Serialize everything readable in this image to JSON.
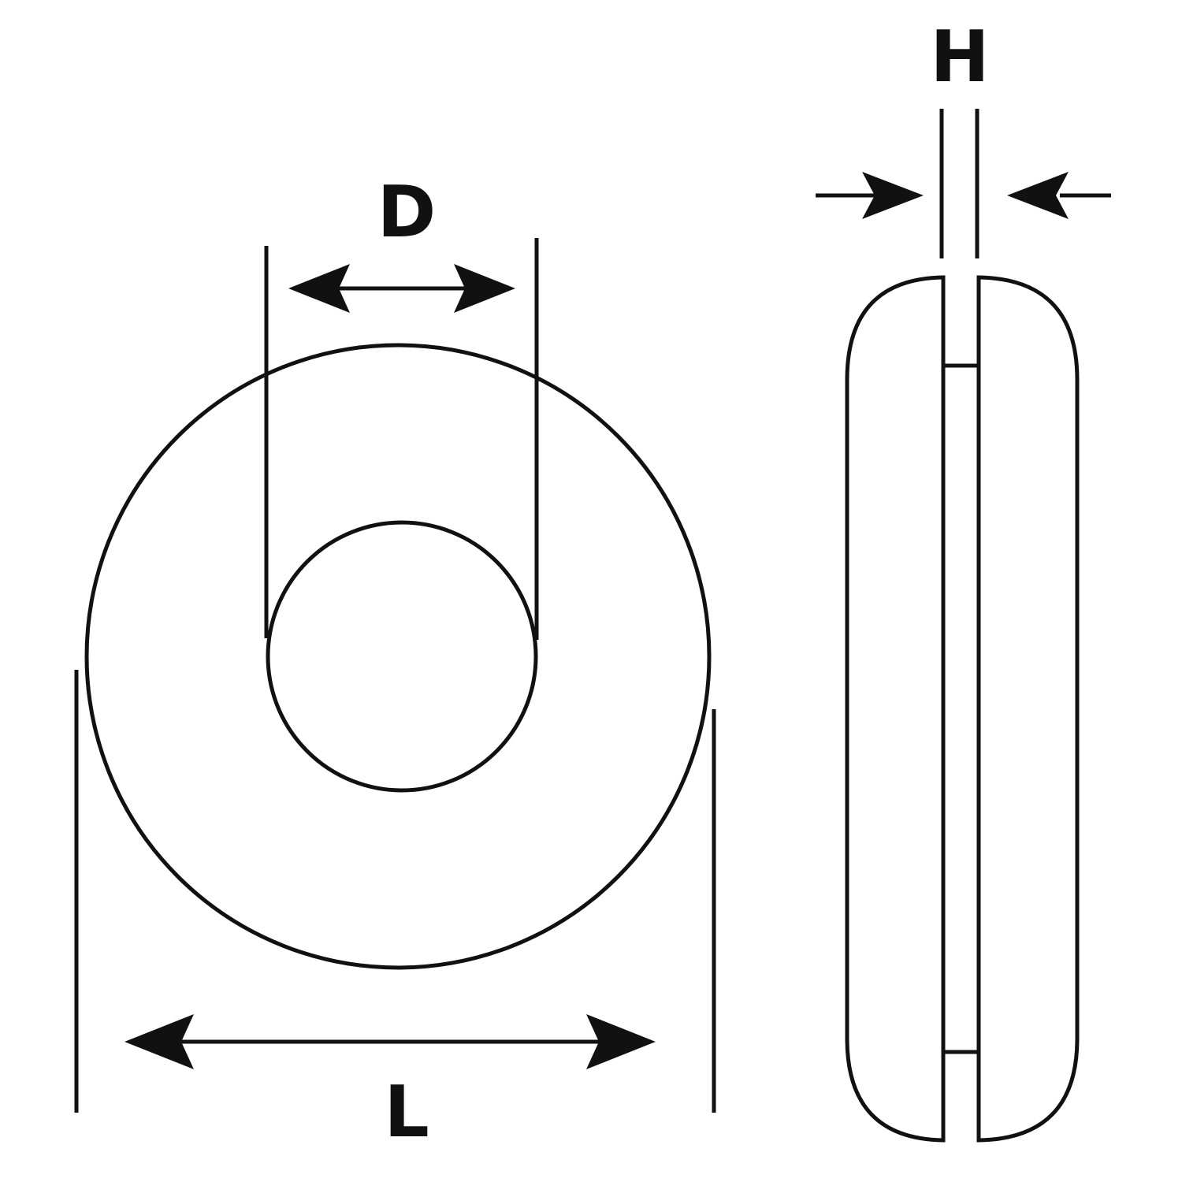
{
  "labels": {
    "outer_diameter": "L",
    "inner_diameter": "D",
    "height": "H"
  },
  "colors": {
    "stroke": "#111111",
    "background": "#ffffff"
  }
}
